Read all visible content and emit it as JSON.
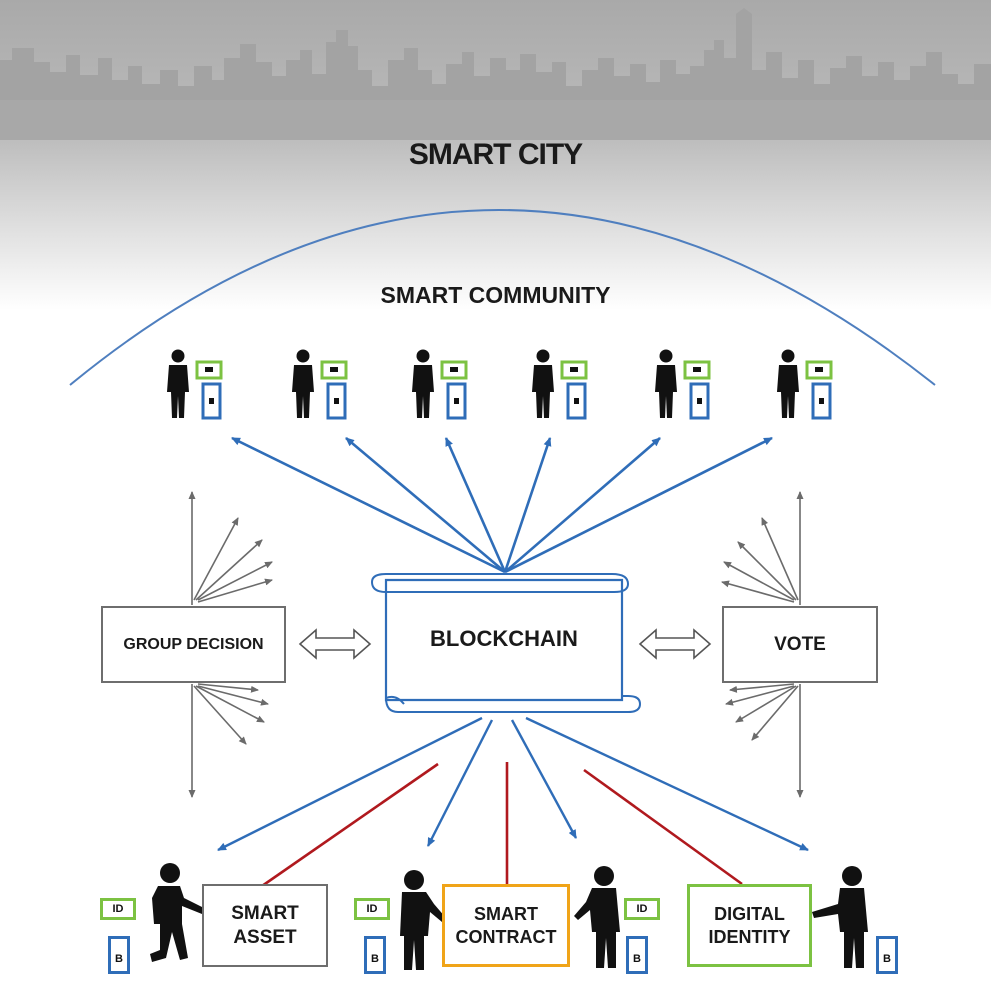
{
  "header": {
    "title": "SMART CITY"
  },
  "dome": {
    "label": "SMART COMMUNITY"
  },
  "center": {
    "label": "BLOCKCHAIN"
  },
  "left_box": {
    "label": "GROUP DECISION"
  },
  "right_box": {
    "label": "VOTE"
  },
  "bottom_boxes": [
    {
      "line1": "SMART",
      "line2": "ASSET",
      "border": "#6e6e6e"
    },
    {
      "line1": "SMART",
      "line2": "CONTRACT",
      "border": "#f0a418"
    },
    {
      "line1": "DIGITAL",
      "line2": "IDENTITY",
      "border": "#7cc242"
    }
  ],
  "tags": {
    "id": "ID",
    "b": "B"
  },
  "colors": {
    "blue_arrow": "#2f6db8",
    "red_line": "#b0191e",
    "gray_arrow": "#6b6b6b",
    "person": "#111111",
    "id_card_border": "#7cc242",
    "b_card_border": "#2f6db8",
    "skyline": "#a8a8a8"
  },
  "icons": [
    "person-icon",
    "id-card-icon",
    "b-device-icon",
    "scroll-icon",
    "double-arrow-icon"
  ]
}
